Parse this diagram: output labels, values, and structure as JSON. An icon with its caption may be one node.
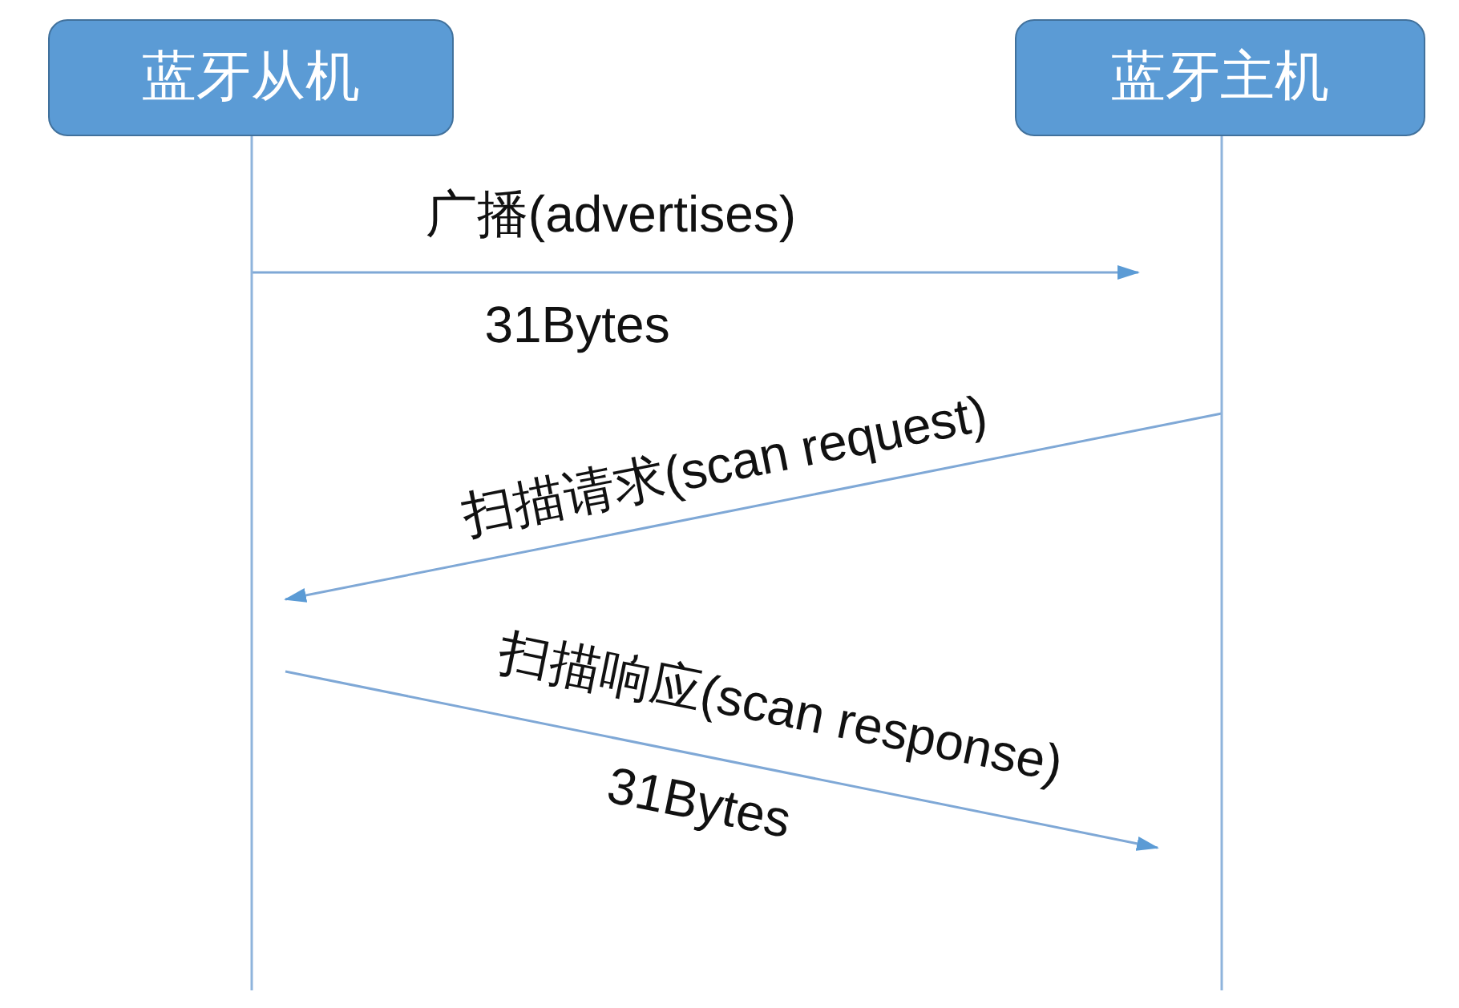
{
  "diagram": {
    "nodes": [
      {
        "text": [
          "蓝牙从机"
        ]
      },
      {
        "text": [
          "蓝牙主机"
        ]
      }
    ],
    "edges": [
      {
        "from": 0,
        "to": 1,
        "arrow": "to",
        "label": "广播(advertises)"
      },
      {
        "from": 1,
        "to": 0,
        "arrow": "to",
        "label": "扫描请求(scan request)"
      },
      {
        "from": 0,
        "to": 1,
        "arrow": "to",
        "label": "扫描响应(scan response)"
      }
    ],
    "labels": [
      "31Bytes",
      "31Bytes"
    ]
  }
}
